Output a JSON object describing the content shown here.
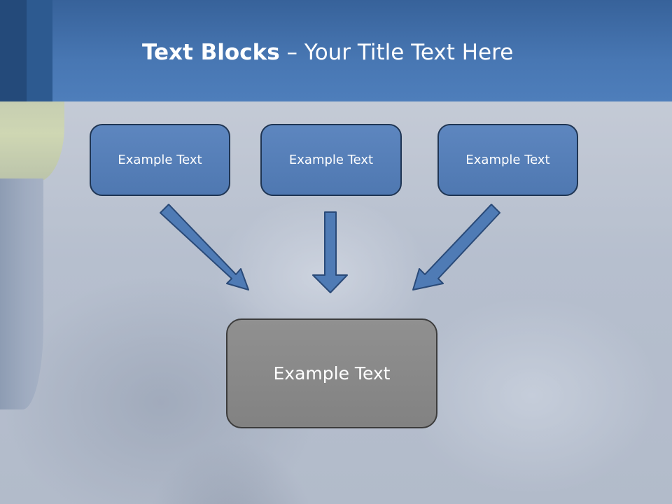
{
  "slide": {
    "title_bold": "Text Blocks",
    "title_dash": " – ",
    "title_rest": "Your Title Text Here"
  },
  "diagram": {
    "top_boxes": [
      {
        "label": "Example Text"
      },
      {
        "label": "Example Text"
      },
      {
        "label": "Example Text"
      }
    ],
    "center_box": {
      "label": "Example Text"
    }
  },
  "colors": {
    "header": "#4877b3",
    "box_fill": "#5681bb",
    "box_border": "#1f3553",
    "center_fill": "#8a8a8a",
    "arrow_fill": "#4f7bb5"
  }
}
